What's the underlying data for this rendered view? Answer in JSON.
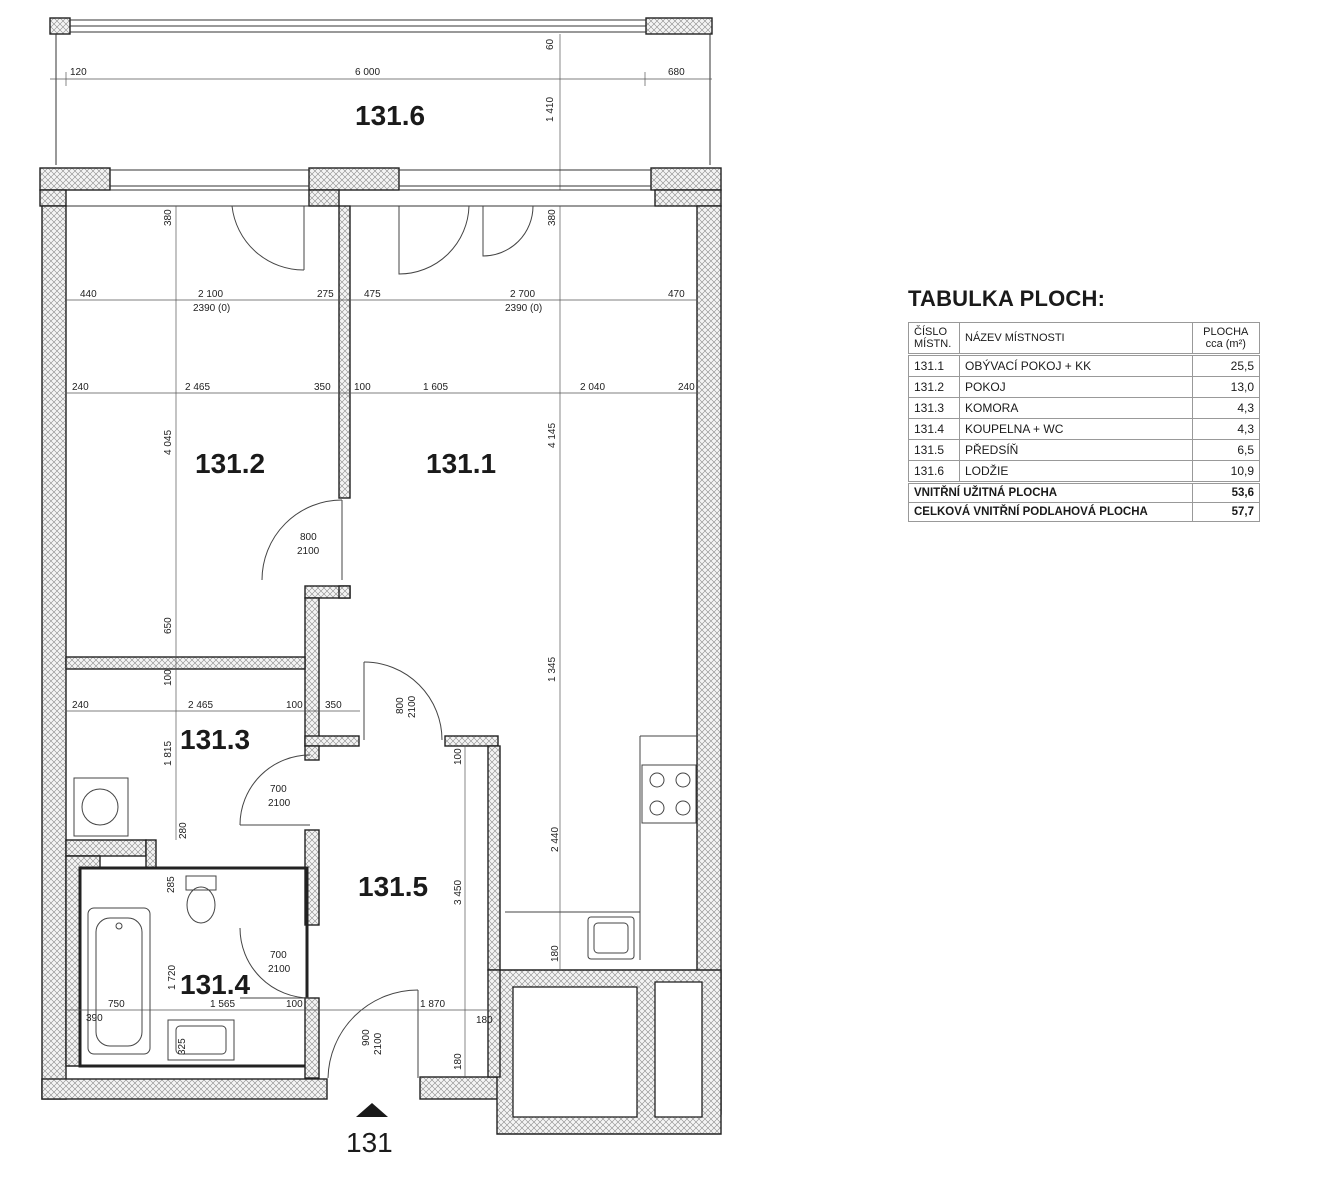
{
  "unit_label": "131",
  "rooms": {
    "r1": "131.1",
    "r2": "131.2",
    "r3": "131.3",
    "r4": "131.4",
    "r5": "131.5",
    "r6": "131.6"
  },
  "dimensions": {
    "loggia_left": "120",
    "loggia_main": "6 000",
    "loggia_right": "680",
    "loggia_top": "60",
    "loggia_depth": "1 410",
    "r2_top": "380",
    "r1_top": "380",
    "win_left_edge": "440",
    "win_left_w": "2 100",
    "win_left_h": "2390 (0)",
    "win_mid": "275",
    "win_mid2": "475",
    "win_right_w": "2 700",
    "win_right_h": "2390 (0)",
    "win_right_edge": "470",
    "r2_wall": "240",
    "r2_width": "2 465",
    "r2_right": "350",
    "r1_wall_l": "100",
    "r1_w1": "1 605",
    "r1_w2": "2 040",
    "r1_wall_r": "240",
    "r2_height": "4 045",
    "r1_height": "4 145",
    "door_r2_w": "800",
    "door_r2_h": "2100",
    "r2_bottom": "650",
    "r3_top": "100",
    "r1_lower": "1 345",
    "r3_wall": "240",
    "r3_width": "2 465",
    "r3_right": "100",
    "r3_right2": "350",
    "door_r1_w": "800",
    "door_r1_h": "2100",
    "r3_height": "1 815",
    "r5_top": "100",
    "door_r3_w": "700",
    "door_r3_h": "2100",
    "r3_bottom": "280",
    "r1_kitchen": "2 440",
    "r4_top": "285",
    "r5_height": "3 450",
    "door_r4_w": "700",
    "door_r4_h": "2100",
    "r4_height": "1 720",
    "kitchen_bottom": "180",
    "r4_left": "390",
    "bath_w": "750",
    "r4_width": "1 565",
    "r4_right": "100",
    "r5_width": "1 870",
    "r5_right": "180",
    "r4_bottom": "325",
    "door_entry_w": "900",
    "door_entry_h": "2100",
    "entry_bottom": "180"
  },
  "table": {
    "title": "TABULKA PLOCH:",
    "headers": {
      "code_line1": "ČÍSLO",
      "code_line2": "MÍSTN.",
      "name": "NÁZEV MÍSTNOSTI",
      "area_line1": "PLOCHA",
      "area_line2": "cca (m²)"
    },
    "rows": [
      {
        "code": "131.1",
        "name": "OBÝVACÍ POKOJ + KK",
        "area": "25,5"
      },
      {
        "code": "131.2",
        "name": "POKOJ",
        "area": "13,0"
      },
      {
        "code": "131.3",
        "name": "KOMORA",
        "area": "4,3"
      },
      {
        "code": "131.4",
        "name": "KOUPELNA + WC",
        "area": "4,3"
      },
      {
        "code": "131.5",
        "name": "PŘEDSÍŇ",
        "area": "6,5"
      },
      {
        "code": "131.6",
        "name": "LODŽIE",
        "area": "10,9"
      }
    ],
    "totals": [
      {
        "label": "VNITŘNÍ UŽITNÁ PLOCHA",
        "area": "53,6"
      },
      {
        "label": "CELKOVÁ VNITŘNÍ PODLAHOVÁ PLOCHA",
        "area": "57,7"
      }
    ]
  }
}
